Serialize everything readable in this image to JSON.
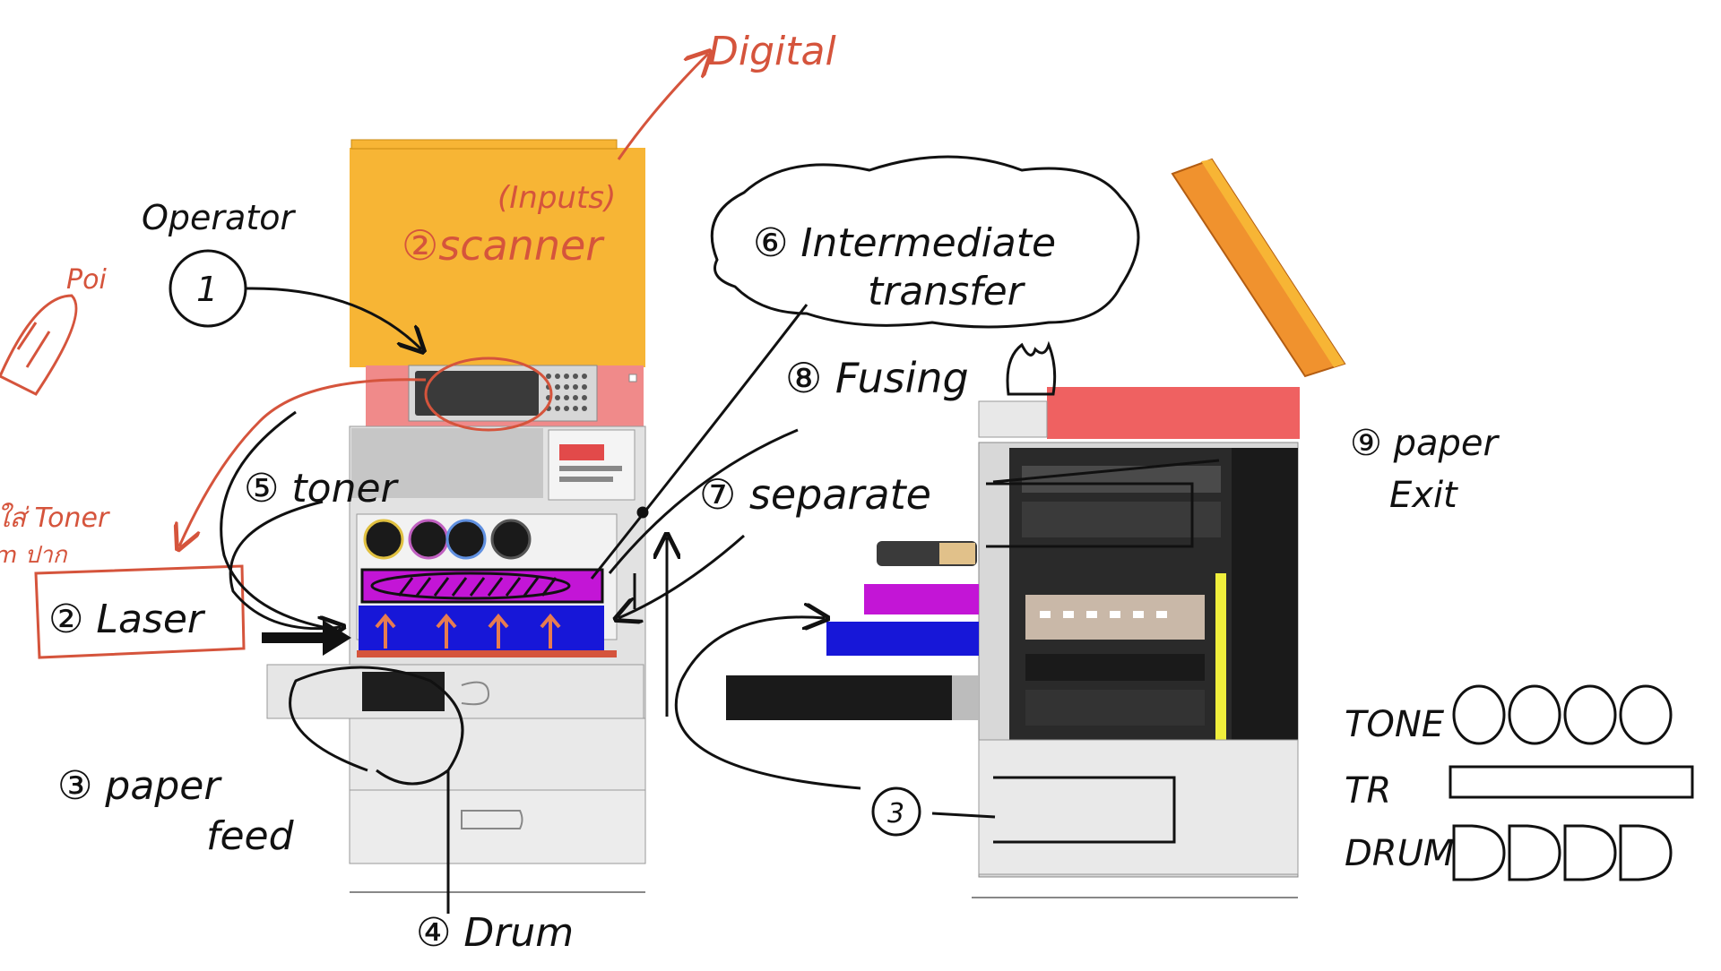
{
  "colors": {
    "ink": "#111111",
    "red_ink": "#d5543c",
    "scanner": "#f7b535",
    "lid": "#f0922e",
    "pink": "#f08a8a",
    "fuser_top": "#ef6161",
    "magenta": "#c315d6",
    "blue": "#1717d8",
    "black_belt": "#1a1a1a",
    "yellow": "#f0ef3c",
    "body_grey": "#d8d8d8"
  },
  "labels": {
    "digital": "Digital",
    "inputs": "(Inputs)",
    "scanner": "②scanner",
    "operator": "Operator",
    "step1": "1",
    "poi": "Poi",
    "thai_note_1": "ใส่ Toner",
    "thai_note_2": "m ปาก",
    "laser": "② Laser",
    "toner": "⑤ toner",
    "intermediate": "⑥ Intermediate",
    "transfer": "transfer",
    "fusing": "⑧ Fusing",
    "separate": "⑦ separate",
    "paper_feed_1": "③ paper",
    "paper_feed_2": "feed",
    "drum": "④ Drum",
    "step3": "3",
    "paper_exit_1": "⑨ paper",
    "paper_exit_2": "Exit"
  },
  "legend": [
    {
      "label": "TONE",
      "count": 4,
      "shape": "circle"
    },
    {
      "label": "TR",
      "count": 1,
      "shape": "rect"
    },
    {
      "label": "DRUM",
      "count": 4,
      "shape": "d"
    }
  ]
}
